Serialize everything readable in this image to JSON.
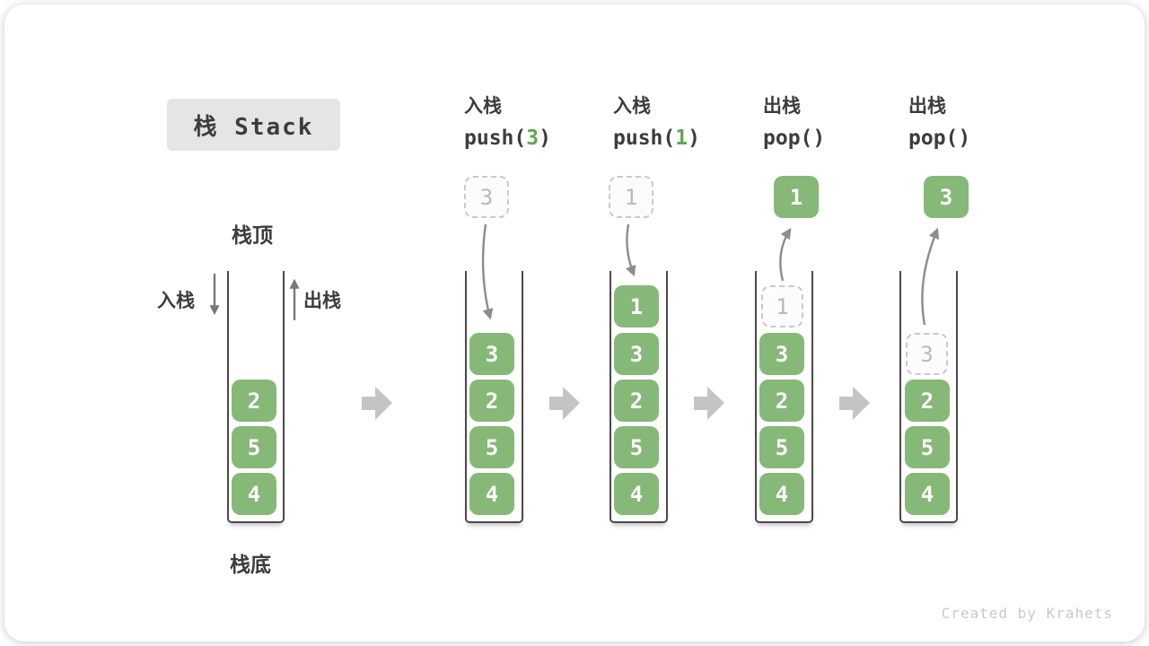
{
  "title": "栈 Stack",
  "watermark": "Created by Krahets",
  "labels": {
    "stack_top": "栈顶",
    "stack_bottom": "栈底",
    "push_side": "入栈",
    "pop_side": "出栈"
  },
  "operations": [
    {
      "name": "入栈",
      "code_open": "push(",
      "arg": "3",
      "code_close": ")"
    },
    {
      "name": "入栈",
      "code_open": "push(",
      "arg": "1",
      "code_close": ")"
    },
    {
      "name": "出栈",
      "code_open": "pop(",
      "arg": "",
      "code_close": ")"
    },
    {
      "name": "出栈",
      "code_open": "pop(",
      "arg": "",
      "code_close": ")"
    }
  ],
  "stacks": [
    {
      "cells": [
        "2",
        "5",
        "4"
      ]
    },
    {
      "incoming": "3",
      "cells": [
        "3",
        "2",
        "5",
        "4"
      ]
    },
    {
      "incoming": "1",
      "cells": [
        "1",
        "3",
        "2",
        "5",
        "4"
      ]
    },
    {
      "outgoing": "1",
      "ghost": "1",
      "cells": [
        "3",
        "2",
        "5",
        "4"
      ]
    },
    {
      "outgoing": "3",
      "ghost": "3",
      "cells": [
        "2",
        "5",
        "4"
      ]
    }
  ],
  "colors": {
    "cell_green": "#86b877",
    "code_arg_green": "#61a74f",
    "curve_arrow_gray": "#8c8c8c",
    "side_arrow_gray": "#787878",
    "block_arrow_gray": "#c4c4c4",
    "title_bg": "#e5e5e5",
    "dark_text": "#3c3c3c",
    "watermark_gray": "#c9c9c9"
  }
}
